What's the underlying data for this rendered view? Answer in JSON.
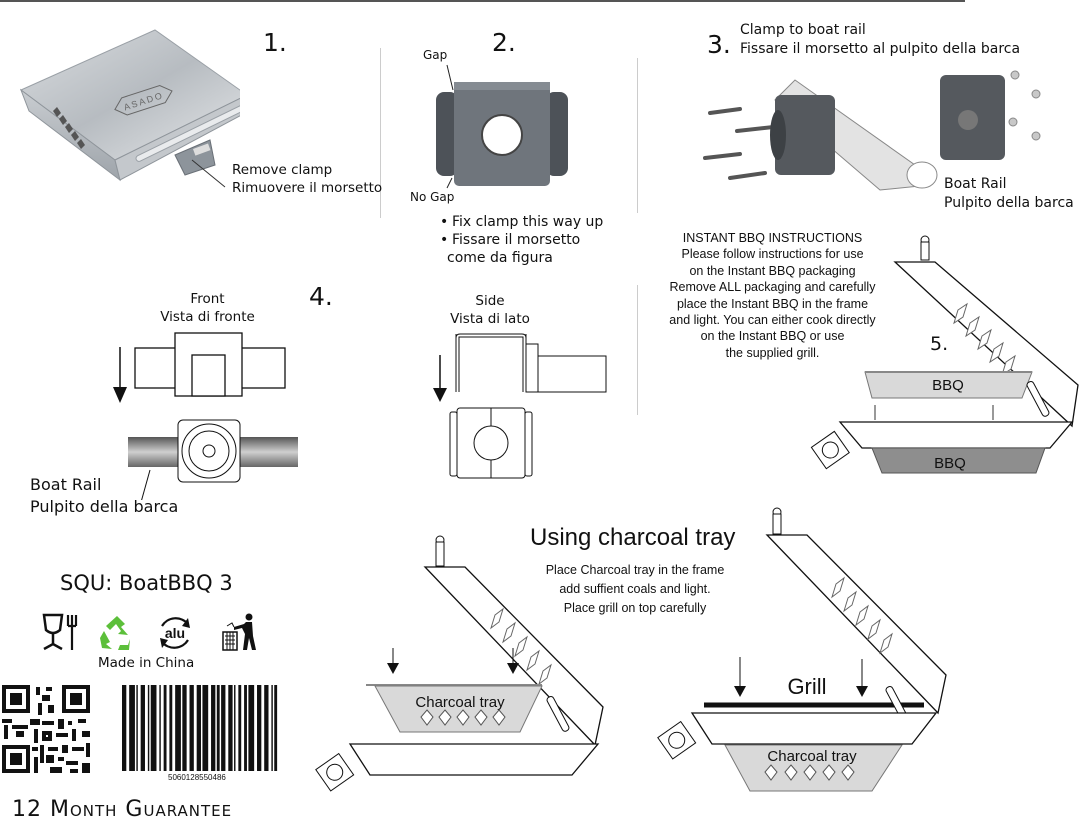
{
  "steps": {
    "s1": {
      "number": "1.",
      "caption_en": "Remove clamp",
      "caption_it": "Rimuovere il morsetto",
      "brand": "ASADO"
    },
    "s2": {
      "number": "2.",
      "gap_label": "Gap",
      "no_gap_label": "No Gap",
      "bullets": [
        "Fix clamp this way up",
        "Fissare il morsetto",
        "come da figura"
      ]
    },
    "s3": {
      "number": "3.",
      "title_en": "Clamp to boat rail",
      "title_it": "Fissare il morsetto al pulpito della barca",
      "rail_en": "Boat Rail",
      "rail_it": "Pulpito della barca"
    },
    "s4": {
      "number": "4.",
      "front_en": "Front",
      "front_it": "Vista di fronte",
      "side_en": "Side",
      "side_it": "Vista di lato",
      "rail_en": "Boat Rail",
      "rail_it": "Pulpito della barca"
    },
    "s5": {
      "number": "5.",
      "instructions": [
        "INSTANT BBQ INSTRUCTIONS",
        "Please follow instructions for use",
        "on the Instant BBQ packaging",
        "Remove ALL packaging and carefully",
        "place the Instant BBQ in the frame",
        "and light. You can either cook directly",
        "on the Instant BBQ or use",
        "the supplied grill."
      ],
      "tray_label": "BBQ"
    }
  },
  "charcoal": {
    "title": "Using charcoal tray",
    "instructions": [
      "Place Charcoal tray in the frame",
      "add suffient  coals and light.",
      "Place grill on top carefully"
    ],
    "tray_label": "Charcoal tray",
    "grill_label": "Grill"
  },
  "product": {
    "sku": "SQU: BoatBBQ 3",
    "made_in": "Made in China",
    "icons": [
      "food-safe-icon",
      "recycle-icon",
      "alu-recycle-icon",
      "tidyman-icon"
    ],
    "alu_text": "alu",
    "barcode_number": "5060128550486",
    "guarantee": "12 Month Guarantee",
    "recycle_color": "#5cbf3a"
  }
}
